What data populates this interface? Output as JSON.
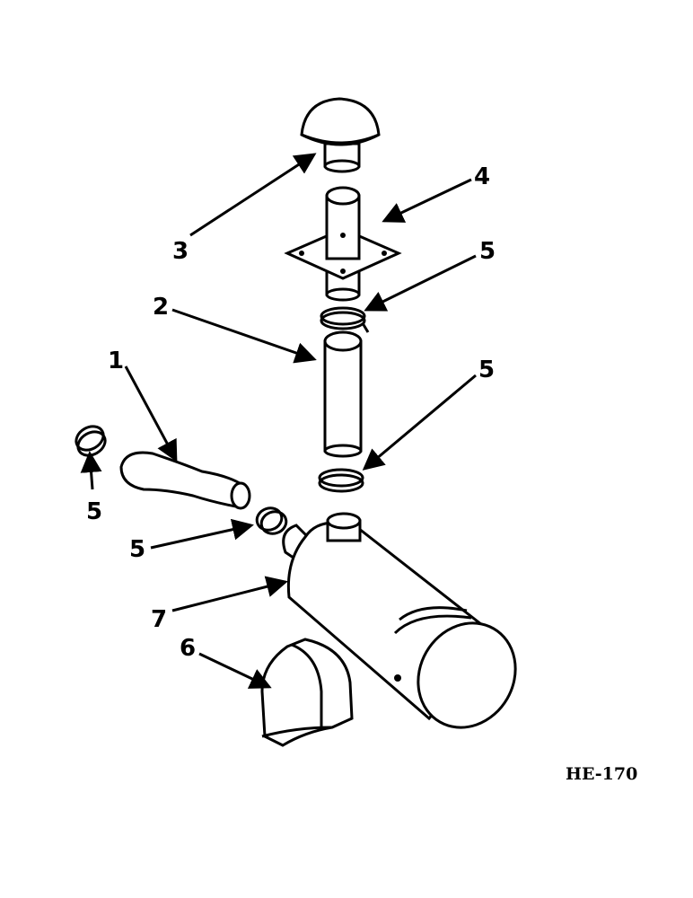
{
  "figure_id": "HE-170",
  "callouts": [
    {
      "label": "3",
      "part": "cap"
    },
    {
      "label": "4",
      "part": "pipe-with-flange"
    },
    {
      "label": "5",
      "part": "clamp-upper"
    },
    {
      "label": "2",
      "part": "tube"
    },
    {
      "label": "1",
      "part": "hose"
    },
    {
      "label": "5",
      "part": "clamp-middle"
    },
    {
      "label": "5",
      "part": "clamp-left"
    },
    {
      "label": "5",
      "part": "clamp-hose"
    },
    {
      "label": "7",
      "part": "air-cleaner"
    },
    {
      "label": "6",
      "part": "mounting-bracket"
    }
  ]
}
